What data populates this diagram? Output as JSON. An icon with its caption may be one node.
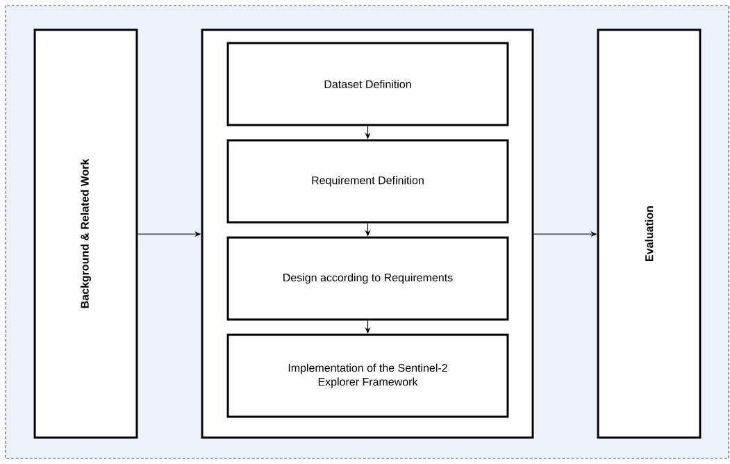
{
  "diagram": {
    "nodes": [
      {
        "text": [
          "Background & Related Work"
        ]
      },
      {
        "text": [],
        "shape": "box"
      },
      {
        "text": [
          "Dataset Definition"
        ],
        "in": 1
      },
      {
        "text": [
          "Requirement Definition"
        ],
        "in": 1
      },
      {
        "text": [
          "Design according to Requirements"
        ],
        "in": 1
      },
      {
        "text": [
          "Implementation of the Sentinel-2 Explorer Framework"
        ],
        "in": 1
      },
      {
        "text": [
          "Evaluation"
        ]
      }
    ],
    "edges": [
      {
        "from": 0,
        "to": 1,
        "arrow": "to"
      },
      {
        "from": 1,
        "to": 6,
        "arrow": "to"
      },
      {
        "from": 2,
        "to": 3,
        "arrow": "to"
      },
      {
        "from": 3,
        "to": 4,
        "arrow": "to"
      },
      {
        "from": 4,
        "to": 5,
        "arrow": "to"
      }
    ]
  }
}
